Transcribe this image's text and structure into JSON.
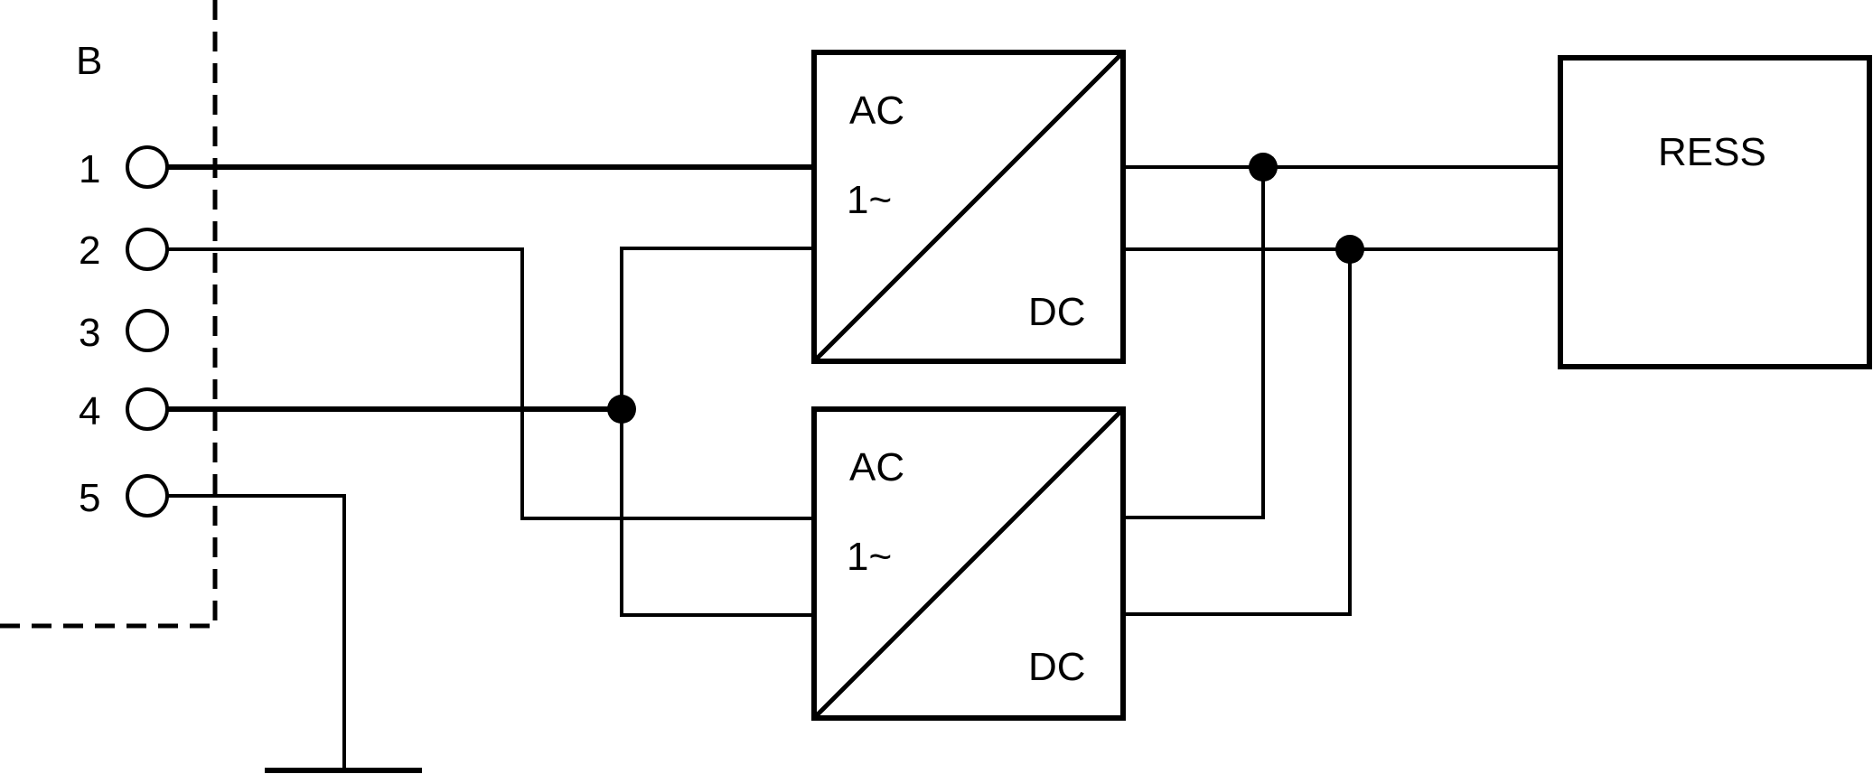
{
  "diagram": {
    "region_label": "B",
    "terminals": [
      {
        "label": "1"
      },
      {
        "label": "2"
      },
      {
        "label": "3"
      },
      {
        "label": "4"
      },
      {
        "label": "5"
      }
    ],
    "converters": [
      {
        "input_label": "AC",
        "phase_label": "1~",
        "output_label": "DC"
      },
      {
        "input_label": "AC",
        "phase_label": "1~",
        "output_label": "DC"
      }
    ],
    "storage": {
      "label": "RESS"
    },
    "colors": {
      "stroke": "#000000",
      "background": "#ffffff"
    }
  }
}
